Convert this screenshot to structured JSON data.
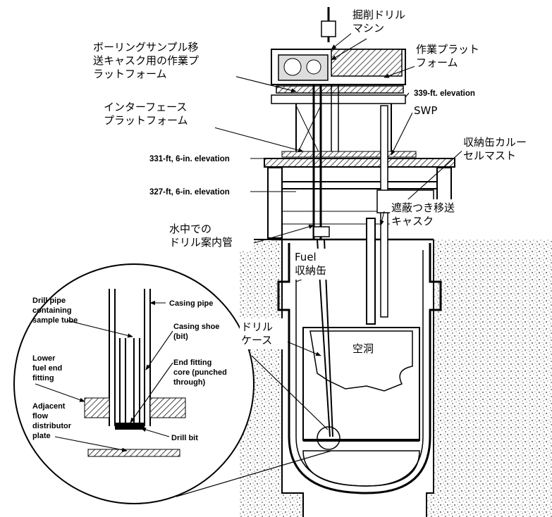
{
  "labels": {
    "drill_machine": [
      "掘削ドリル",
      "マシン"
    ],
    "boring_cask_platform": [
      "ボーリングサンプル移",
      "送キャスク用の作業プ",
      "ラットフォーム"
    ],
    "work_platform": [
      "作業プラット",
      "フォーム"
    ],
    "interface_platform": [
      "インターフェース",
      "プラットフォーム"
    ],
    "elev_339": "339-ft. elevation",
    "swp": "SWP",
    "canister_carousel_mast": [
      "収納缶カルー",
      "セルマスト"
    ],
    "elev_331": "331-ft, 6-in. elevation",
    "elev_327": "327-ft, 6-in. elevation",
    "shielded_cask": [
      "遮蔽つき移送",
      "キャスク"
    ],
    "underwater_guide": [
      "水中での",
      "ドリル案内管"
    ],
    "fuel_canister": [
      "Fuel",
      "収納缶"
    ],
    "drill_case": [
      "ドリル",
      "ケース"
    ],
    "cavity": "空洞"
  },
  "inset_labels": {
    "drill_pipe": [
      "Drill pipe",
      "containing",
      "sample tube"
    ],
    "casing_pipe": "Casing pipe",
    "casing_shoe": [
      "Casing shoe",
      "(bit)"
    ],
    "lower_fuel_end": [
      "Lower",
      "fuel end",
      "fitting"
    ],
    "end_fitting_core": [
      "End fitting",
      "core (punched",
      "through)"
    ],
    "adjacent_flow": [
      "Adjacent",
      "flow",
      "distributor",
      "plate"
    ],
    "drill_bit": "Drill bit"
  }
}
